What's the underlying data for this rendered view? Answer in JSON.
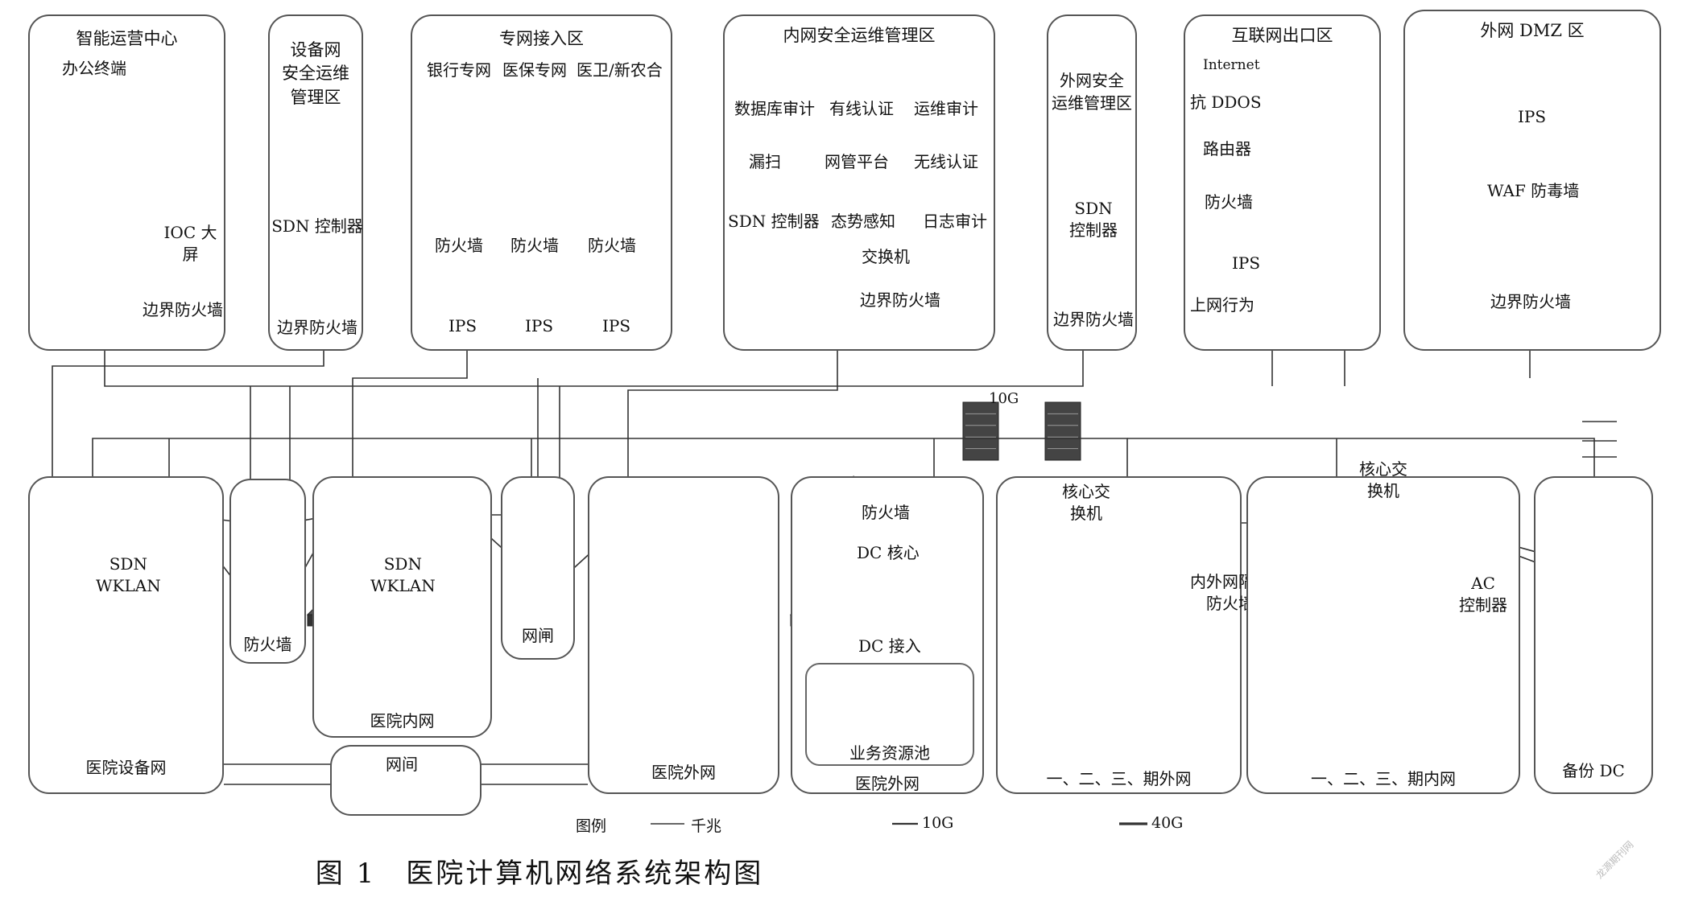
{
  "zones": {
    "ops_center": {
      "title": "智能运营中心",
      "office_terminal": "办公终端",
      "ioc_screen": "IOC 大屏",
      "border_fw": "边界防火墙"
    },
    "device_sec": {
      "title": "设备网\n安全运维\n管理区",
      "sdn_ctrl": "SDN 控制器",
      "border_fw": "边界防火墙"
    },
    "private_access": {
      "title": "专网接入区",
      "bank": "银行专网",
      "medins": "医保专网",
      "health": "医卫/新农合",
      "firewall": "防火墙",
      "ips": "IPS"
    },
    "intranet_sec": {
      "title": "内网安全运维管理区",
      "db_audit": "数据库审计",
      "wired_auth": "有线认证",
      "ops_audit": "运维审计",
      "scan": "漏扫",
      "nms": "网管平台",
      "wireless_auth": "无线认证",
      "sdn_ctrl": "SDN 控制器",
      "situation": "态势感知",
      "log_audit": "日志审计",
      "switch": "交换机",
      "border_fw": "边界防火墙"
    },
    "extranet_sec": {
      "title": "外网安全\n运维管理区",
      "sdn_ctrl": "SDN\n控制器",
      "border_fw": "边界防火墙"
    },
    "internet_exit": {
      "title": "互联网出口区",
      "internet": "Internet",
      "ddos": "抗 DDOS",
      "router": "路由器",
      "firewall": "防火墙",
      "ips": "IPS",
      "behavior": "上网行为"
    },
    "dmz": {
      "title": "外网 DMZ 区",
      "ips": "IPS",
      "waf": "WAF 防毒墙",
      "border_fw": "边界防火墙"
    },
    "device_net": {
      "title": "医院设备网",
      "sdn": "SDN\nWKLAN"
    },
    "fw_mid": {
      "title": "防火墙"
    },
    "intranet": {
      "title": "医院内网",
      "sdn": "SDN\nWKLAN"
    },
    "gap_mid": {
      "title": "网闸"
    },
    "extranet": {
      "title": "医院外网"
    },
    "dc": {
      "firewall": "防火墙",
      "core": "DC 核心",
      "access": "DC 接入",
      "pool": "业务资源池",
      "foot": "医院外网"
    },
    "phase_ext": {
      "core": "核心交\n换机",
      "foot": "一、二、三、期外网"
    },
    "isolation": {
      "label": "内外网隔离\n防火墙"
    },
    "phase_int": {
      "core": "核心交\n换机",
      "ac": "AC\n控制器",
      "foot": "一、二、三、期内网"
    },
    "backup": {
      "foot": "备份 DC"
    },
    "gap_bottom": {
      "title": "网间"
    }
  },
  "fc_label": "10G",
  "legend": {
    "title": "图例",
    "gigabit": "千兆",
    "ten_g": "10G",
    "forty_g": "40G"
  },
  "caption": "图 1　医院计算机网络系统架构图",
  "watermark": "龙源期刊网"
}
